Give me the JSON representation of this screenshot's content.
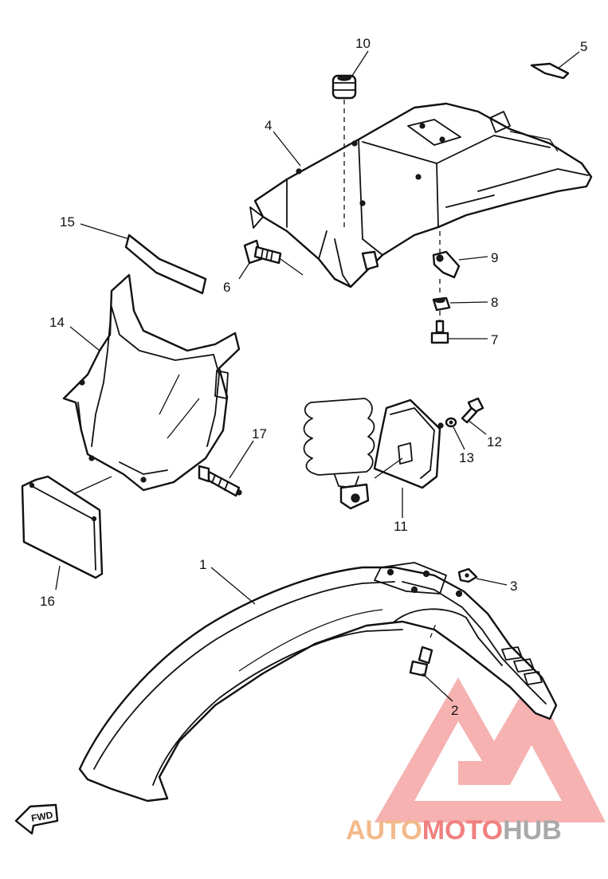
{
  "callouts": {
    "c1": "1",
    "c2": "2",
    "c3": "3",
    "c4": "4",
    "c5": "5",
    "c6": "6",
    "c7": "7",
    "c8": "8",
    "c9": "9",
    "c10": "10",
    "c11": "11",
    "c12": "12",
    "c13": "13",
    "c14": "14",
    "c15": "15",
    "c16": "16",
    "c17": "17"
  },
  "fwd_label": "FWD",
  "watermark": {
    "part1": "AUTO",
    "part2": "MOTO",
    "part3": "HUB",
    "colors": {
      "auto": "#f3b98a",
      "moto": "#f08080",
      "hub": "#a9a9a9",
      "logo": "#f4a3a3"
    }
  }
}
